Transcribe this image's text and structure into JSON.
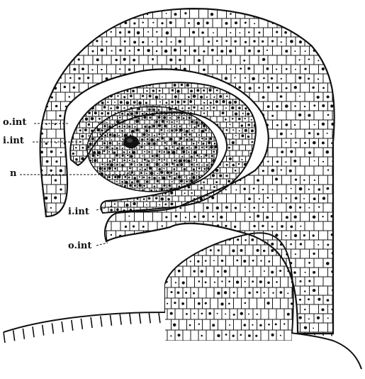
{
  "labels": {
    "outer_integument_top": "o.int",
    "inner_integument_top": "i.int",
    "nucellus": "n",
    "inner_integument_bottom": "i.int",
    "outer_integument_bottom": "o.int"
  },
  "colors": {
    "ink": "#111111",
    "paper": "#ffffff"
  }
}
